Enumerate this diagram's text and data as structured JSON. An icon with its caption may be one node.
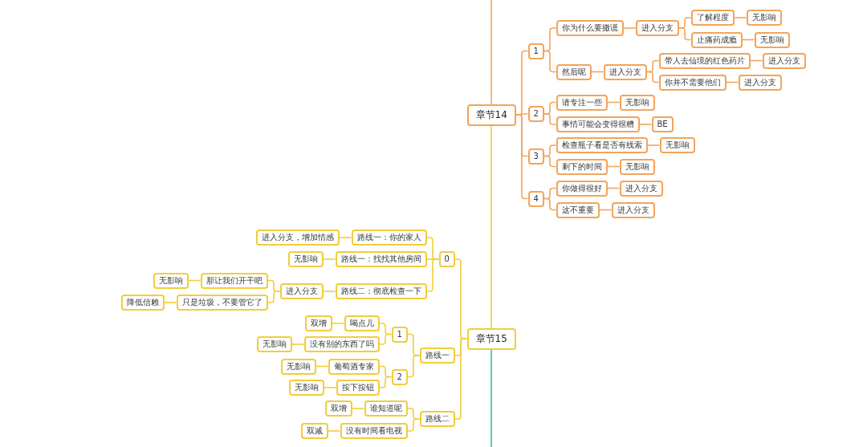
{
  "diagram": {
    "nodes": [
      {
        "text": [
          "章节14"
        ]
      },
      {
        "text": [
          "1"
        ]
      },
      {
        "text": [
          "你为什么要撒谎"
        ]
      },
      {
        "text": [
          "进入分支"
        ]
      },
      {
        "text": [
          "了解程度"
        ]
      },
      {
        "text": [
          "无影响"
        ]
      },
      {
        "text": [
          "止痛药成瘾"
        ]
      },
      {
        "text": [
          "无影响"
        ]
      },
      {
        "text": [
          "然后呢"
        ]
      },
      {
        "text": [
          "进入分支"
        ]
      },
      {
        "text": [
          "带人去仙境的红色药片"
        ]
      },
      {
        "text": [
          "进入分支"
        ]
      },
      {
        "text": [
          "你并不需要他们"
        ]
      },
      {
        "text": [
          "进入分支"
        ]
      },
      {
        "text": [
          "2"
        ]
      },
      {
        "text": [
          "请专注一些"
        ]
      },
      {
        "text": [
          "无影响"
        ]
      },
      {
        "text": [
          "事情可能会变得很糟"
        ]
      },
      {
        "text": [
          "BE"
        ]
      },
      {
        "text": [
          "3"
        ]
      },
      {
        "text": [
          "检查瓶子看是否有线索"
        ]
      },
      {
        "text": [
          "无影响"
        ]
      },
      {
        "text": [
          "剩下的时间"
        ]
      },
      {
        "text": [
          "无影响"
        ]
      },
      {
        "text": [
          "4"
        ]
      },
      {
        "text": [
          "你做得很好"
        ]
      },
      {
        "text": [
          "进入分支"
        ]
      },
      {
        "text": [
          "这不重要"
        ]
      },
      {
        "text": [
          "进入分支"
        ]
      },
      {
        "text": [
          "章节15"
        ]
      },
      {
        "text": [
          "0"
        ]
      },
      {
        "text": [
          "路线一：你的家人"
        ]
      },
      {
        "text": [
          "进入分支，增加情感"
        ]
      },
      {
        "text": [
          "路线一：找找其他房间"
        ]
      },
      {
        "text": [
          "无影响"
        ]
      },
      {
        "text": [
          "路线二：彻底检查一下"
        ]
      },
      {
        "text": [
          "进入分支"
        ]
      },
      {
        "text": [
          "那让我们开干吧"
        ]
      },
      {
        "text": [
          "无影响"
        ]
      },
      {
        "text": [
          "只是垃圾，不要管它了"
        ]
      },
      {
        "text": [
          "降低信赖"
        ]
      },
      {
        "text": [
          "路线一"
        ]
      },
      {
        "text": [
          "1"
        ]
      },
      {
        "text": [
          "喝点儿"
        ]
      },
      {
        "text": [
          "双增"
        ]
      },
      {
        "text": [
          "没有别的东西了吗"
        ]
      },
      {
        "text": [
          "无影响"
        ]
      },
      {
        "text": [
          "2"
        ]
      },
      {
        "text": [
          "葡萄酒专家"
        ]
      },
      {
        "text": [
          "无影响"
        ]
      },
      {
        "text": [
          "按下按钮"
        ]
      },
      {
        "text": [
          "无影响"
        ]
      },
      {
        "text": [
          "路线二"
        ]
      },
      {
        "text": [
          "谁知道呢"
        ]
      },
      {
        "text": [
          "双增"
        ]
      },
      {
        "text": [
          "没有时间看电视"
        ]
      },
      {
        "text": [
          "双减"
        ]
      }
    ],
    "edges": [
      {
        "from": null,
        "to": 0,
        "arrow": "none"
      },
      {
        "from": 0,
        "to": 1,
        "arrow": "none"
      },
      {
        "from": 1,
        "to": 2,
        "arrow": "none"
      },
      {
        "from": 2,
        "to": 3,
        "arrow": "none"
      },
      {
        "from": 3,
        "to": 4,
        "arrow": "none"
      },
      {
        "from": 4,
        "to": 5,
        "arrow": "none"
      },
      {
        "from": 3,
        "to": 6,
        "arrow": "none"
      },
      {
        "from": 6,
        "to": 7,
        "arrow": "none"
      },
      {
        "from": 1,
        "to": 8,
        "arrow": "none"
      },
      {
        "from": 8,
        "to": 9,
        "arrow": "none"
      },
      {
        "from": 9,
        "to": 10,
        "arrow": "none"
      },
      {
        "from": 10,
        "to": 11,
        "arrow": "none"
      },
      {
        "from": 9,
        "to": 12,
        "arrow": "none"
      },
      {
        "from": 12,
        "to": 13,
        "arrow": "none"
      },
      {
        "from": 0,
        "to": 14,
        "arrow": "none"
      },
      {
        "from": 14,
        "to": 15,
        "arrow": "none"
      },
      {
        "from": 15,
        "to": 16,
        "arrow": "none"
      },
      {
        "from": 14,
        "to": 17,
        "arrow": "none"
      },
      {
        "from": 17,
        "to": 18,
        "arrow": "none"
      },
      {
        "from": 0,
        "to": 19,
        "arrow": "none"
      },
      {
        "from": 19,
        "to": 20,
        "arrow": "none"
      },
      {
        "from": 20,
        "to": 21,
        "arrow": "none"
      },
      {
        "from": 19,
        "to": 22,
        "arrow": "none"
      },
      {
        "from": 22,
        "to": 23,
        "arrow": "none"
      },
      {
        "from": 0,
        "to": 24,
        "arrow": "none"
      },
      {
        "from": 24,
        "to": 25,
        "arrow": "none"
      },
      {
        "from": 25,
        "to": 26,
        "arrow": "none"
      },
      {
        "from": 24,
        "to": 27,
        "arrow": "none"
      },
      {
        "from": 27,
        "to": 28,
        "arrow": "none"
      },
      {
        "from": 0,
        "to": 29,
        "arrow": "none",
        "color": "#f2cd3a"
      },
      {
        "from": 29,
        "to": null,
        "arrow": "none",
        "color": "#33c49b"
      },
      {
        "from": 29,
        "to": 30,
        "arrow": "none",
        "color": "#f2cd3a"
      },
      {
        "from": 30,
        "to": 31,
        "arrow": "none",
        "color": "#f2cd3a"
      },
      {
        "from": 31,
        "to": 32,
        "arrow": "none",
        "color": "#f2cd3a"
      },
      {
        "from": 30,
        "to": 33,
        "arrow": "none",
        "color": "#f2cd3a"
      },
      {
        "from": 33,
        "to": 34,
        "arrow": "none",
        "color": "#f2cd3a"
      },
      {
        "from": 30,
        "to": 35,
        "arrow": "none",
        "color": "#f2cd3a"
      },
      {
        "from": 35,
        "to": 36,
        "arrow": "none",
        "color": "#f2cd3a"
      },
      {
        "from": 36,
        "to": 37,
        "arrow": "none",
        "color": "#f2cd3a"
      },
      {
        "from": 37,
        "to": 38,
        "arrow": "none",
        "color": "#f2cd3a"
      },
      {
        "from": 36,
        "to": 39,
        "arrow": "none",
        "color": "#f2cd3a"
      },
      {
        "from": 39,
        "to": 40,
        "arrow": "none",
        "color": "#f2cd3a"
      },
      {
        "from": 29,
        "to": 41,
        "arrow": "none",
        "color": "#f2cd3a"
      },
      {
        "from": 41,
        "to": 42,
        "arrow": "none",
        "color": "#f2cd3a"
      },
      {
        "from": 42,
        "to": 43,
        "arrow": "none",
        "color": "#f2cd3a"
      },
      {
        "from": 43,
        "to": 44,
        "arrow": "none",
        "color": "#f2cd3a"
      },
      {
        "from": 42,
        "to": 45,
        "arrow": "none",
        "color": "#f2cd3a"
      },
      {
        "from": 45,
        "to": 46,
        "arrow": "none",
        "color": "#f2cd3a"
      },
      {
        "from": 41,
        "to": 47,
        "arrow": "none",
        "color": "#f2cd3a"
      },
      {
        "from": 47,
        "to": 48,
        "arrow": "none",
        "color": "#f2cd3a"
      },
      {
        "from": 48,
        "to": 49,
        "arrow": "none",
        "color": "#f2cd3a"
      },
      {
        "from": 47,
        "to": 50,
        "arrow": "none",
        "color": "#f2cd3a"
      },
      {
        "from": 50,
        "to": 51,
        "arrow": "none",
        "color": "#f2cd3a"
      },
      {
        "from": 29,
        "to": 52,
        "arrow": "none",
        "color": "#f2cd3a"
      },
      {
        "from": 52,
        "to": 53,
        "arrow": "none",
        "color": "#f2cd3a"
      },
      {
        "from": 53,
        "to": 54,
        "arrow": "none",
        "color": "#f2cd3a"
      },
      {
        "from": 52,
        "to": 55,
        "arrow": "none",
        "color": "#f2cd3a"
      },
      {
        "from": 55,
        "to": 56,
        "arrow": "none",
        "color": "#f2cd3a"
      }
    ]
  }
}
